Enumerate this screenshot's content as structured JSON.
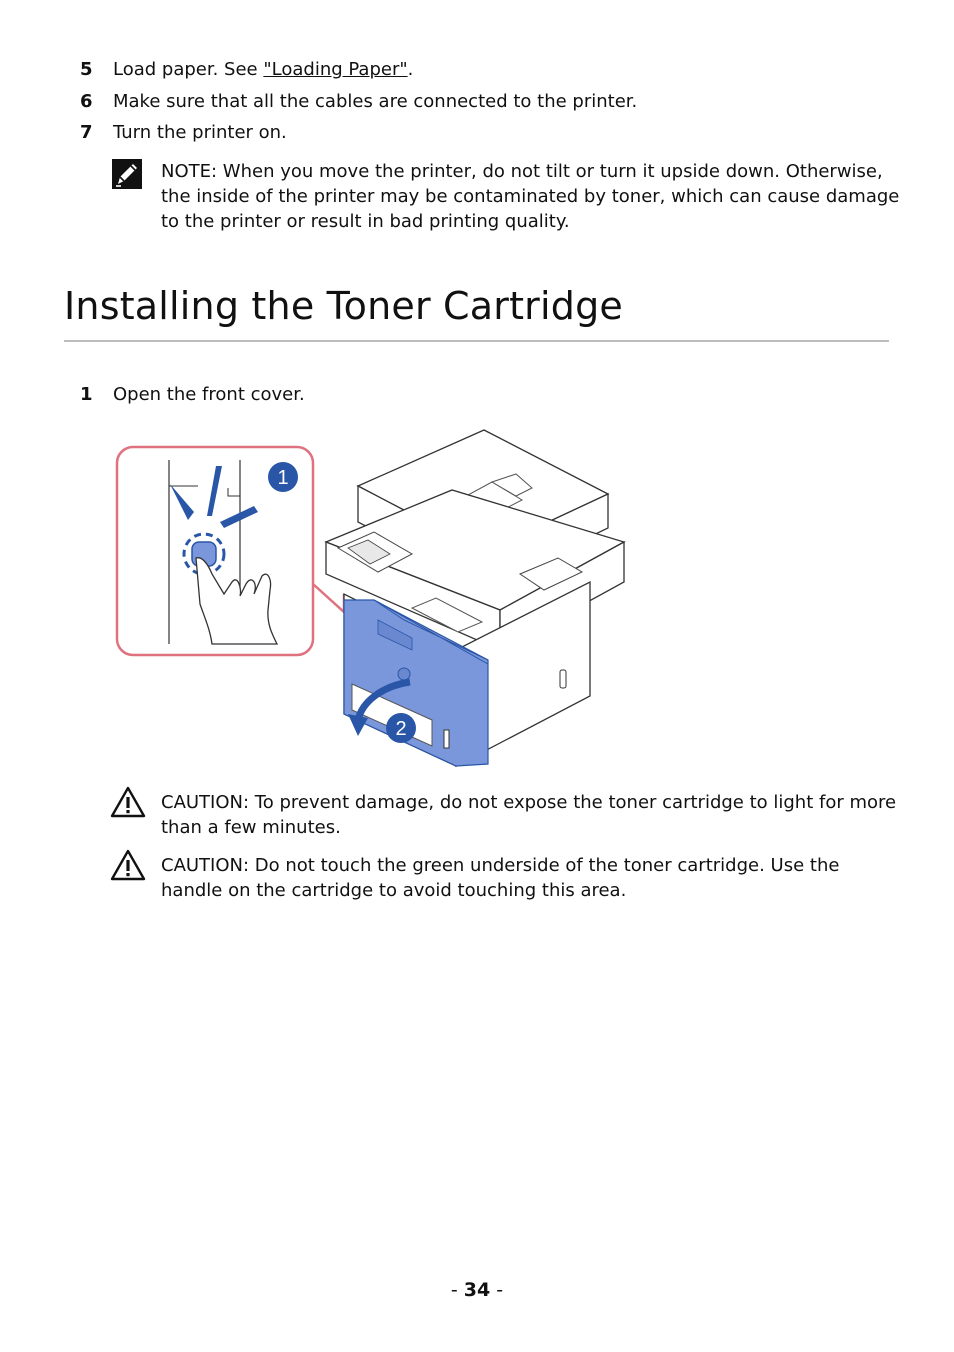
{
  "steps_top": [
    {
      "num": "5",
      "pre": "Load paper. See ",
      "link": "\"Loading Paper\"",
      "post": "."
    },
    {
      "num": "6",
      "text": "Make sure that all the cables are connected to the printer."
    },
    {
      "num": "7",
      "text": "Turn the printer on."
    }
  ],
  "note": {
    "label": "NOTE:",
    "text": " When you move the printer, do not tilt or turn it upside down. Otherwise, the inside of the printer may be contaminated by toner, which can cause damage to the printer or result in bad printing quality."
  },
  "section_title": "Installing the Toner Cartridge",
  "step_1": {
    "num": "1",
    "text": "Open the front cover."
  },
  "illustration": {
    "callout_1": "1",
    "callout_2": "2",
    "accent_blue": "#7b97db",
    "callout_blue": "#2a56a8",
    "callout_border": "#e0727f"
  },
  "cautions": [
    {
      "label": "CAUTION:",
      "text": " To prevent damage, do not expose the toner cartridge to light for more than a few minutes."
    },
    {
      "label": "CAUTION:",
      "text": " Do not touch the green underside of the toner cartridge. Use the handle on the cartridge to avoid touching this area."
    }
  ],
  "page_number": {
    "prefix": "- ",
    "num": "34",
    "suffix": " -"
  }
}
